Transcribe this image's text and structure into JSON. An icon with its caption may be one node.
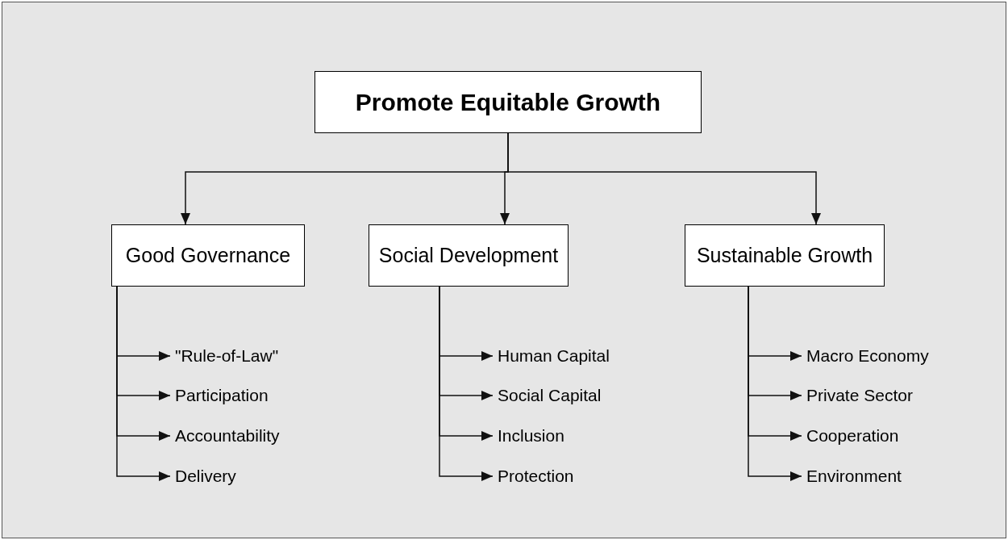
{
  "diagram": {
    "nodes": [
      {
        "text": [
          "Promote Equitable Growth"
        ]
      },
      {
        "text": [
          "Good Governance"
        ]
      },
      {
        "text": [
          "Social Development"
        ]
      },
      {
        "text": [
          "Sustainable Growth"
        ]
      },
      {
        "text": [
          "\"Rule-of-Law\""
        ]
      },
      {
        "text": [
          "Participation"
        ]
      },
      {
        "text": [
          "Accountability"
        ]
      },
      {
        "text": [
          "Delivery"
        ]
      },
      {
        "text": [
          "Human Capital"
        ]
      },
      {
        "text": [
          "Social Capital"
        ]
      },
      {
        "text": [
          "Inclusion"
        ]
      },
      {
        "text": [
          "Protection"
        ]
      },
      {
        "text": [
          "Macro Economy"
        ]
      },
      {
        "text": [
          "Private Sector"
        ]
      },
      {
        "text": [
          "Cooperation"
        ]
      },
      {
        "text": [
          "Environment"
        ]
      }
    ],
    "edges": [
      {
        "from": 0,
        "to": 1,
        "arrow": "to"
      },
      {
        "from": 0,
        "to": 2,
        "arrow": "to"
      },
      {
        "from": 0,
        "to": 3,
        "arrow": "to"
      },
      {
        "from": 1,
        "to": 4,
        "arrow": "to"
      },
      {
        "from": 1,
        "to": 5,
        "arrow": "to"
      },
      {
        "from": 1,
        "to": 6,
        "arrow": "to"
      },
      {
        "from": 1,
        "to": 7,
        "arrow": "to"
      },
      {
        "from": 2,
        "to": 8,
        "arrow": "to"
      },
      {
        "from": 2,
        "to": 9,
        "arrow": "to"
      },
      {
        "from": 2,
        "to": 10,
        "arrow": "to"
      },
      {
        "from": 2,
        "to": 11,
        "arrow": "to"
      },
      {
        "from": 3,
        "to": 12,
        "arrow": "to"
      },
      {
        "from": 3,
        "to": 13,
        "arrow": "to"
      },
      {
        "from": 3,
        "to": 14,
        "arrow": "to"
      },
      {
        "from": 3,
        "to": 15,
        "arrow": "to"
      }
    ]
  }
}
